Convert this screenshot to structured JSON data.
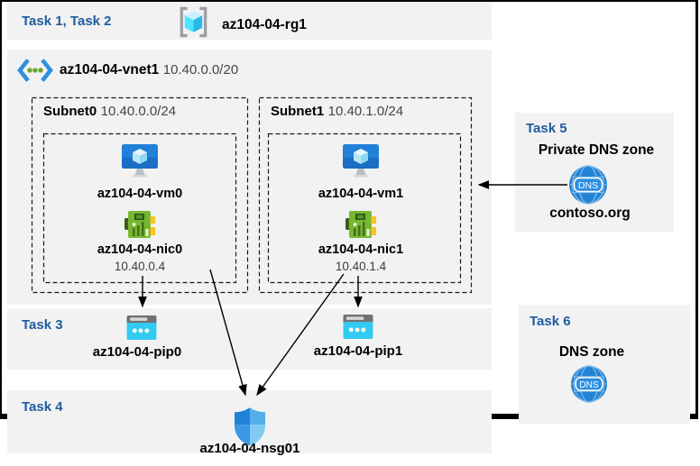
{
  "header": {
    "tasks": "Task 1, Task 2",
    "resource_group": "az104-04-rg1"
  },
  "vnet": {
    "name": "az104-04-vnet1",
    "cidr": "10.40.0.0/20"
  },
  "subnets": [
    {
      "name": "Subnet0",
      "cidr": "10.40.0.0/24",
      "vm": "az104-04-vm0",
      "nic": "az104-04-nic0",
      "nic_ip": "10.40.0.4"
    },
    {
      "name": "Subnet1",
      "cidr": "10.40.1.0/24",
      "vm": "az104-04-vm1",
      "nic": "az104-04-nic1",
      "nic_ip": "10.40.1.4"
    }
  ],
  "task3": {
    "title": "Task 3",
    "pip0": "az104-04-pip0",
    "pip1": "az104-04-pip1"
  },
  "task4": {
    "title": "Task 4",
    "nsg": "az104-04-nsg01"
  },
  "task5": {
    "title": "Task 5",
    "heading": "Private DNS zone",
    "zone_name": "contoso.org",
    "icon_text": "DNS"
  },
  "task6": {
    "title": "Task 6",
    "heading": "DNS zone",
    "icon_text": "DNS"
  },
  "colors": {
    "task_title_blue": "#1e5c9e",
    "panel_gray": "#f2f2f2",
    "azure_blue": "#2383d4",
    "nic_green": "#76b82f",
    "pip_cyan": "#32cbf2",
    "vnet_green_dot": "#6ba32e"
  }
}
